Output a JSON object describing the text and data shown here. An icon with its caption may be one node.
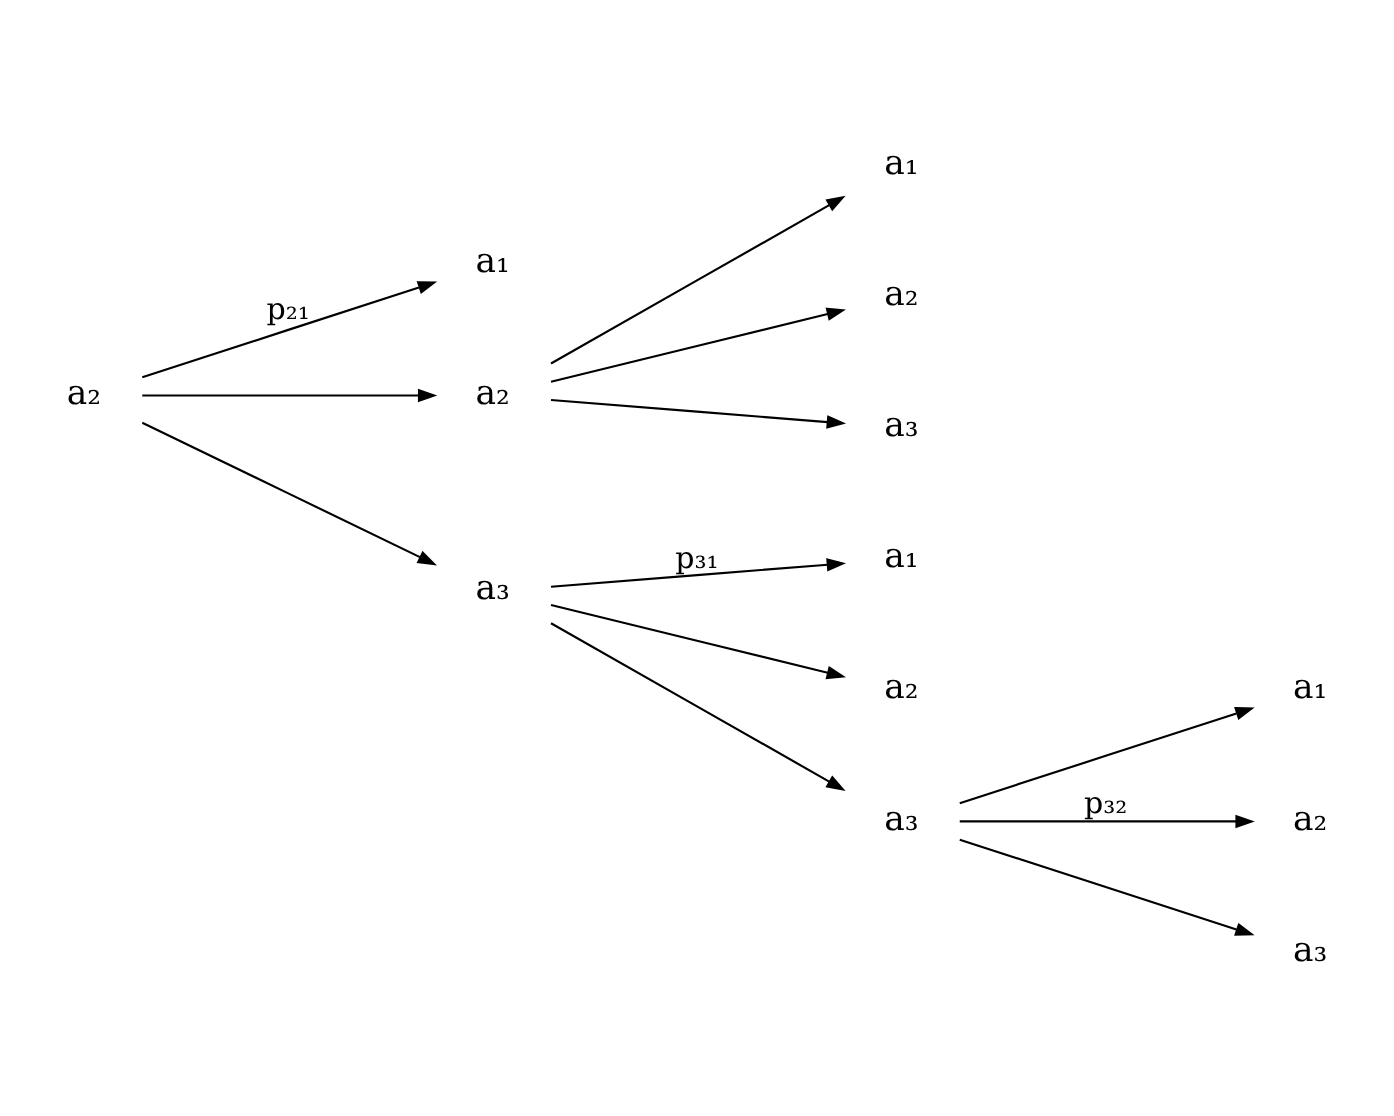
{
  "diagram": {
    "nodes": [
      {
        "text": [
          "a₂"
        ]
      },
      {
        "text": [
          "a₁"
        ]
      },
      {
        "text": [
          "a₂"
        ]
      },
      {
        "text": [
          "a₁"
        ]
      },
      {
        "text": [
          "a₂"
        ]
      },
      {
        "text": [
          "a₃"
        ]
      },
      {
        "text": [
          "a₃"
        ]
      },
      {
        "text": [
          "a₁"
        ]
      },
      {
        "text": [
          "a₂"
        ]
      },
      {
        "text": [
          "a₃"
        ]
      },
      {
        "text": [
          "a₁"
        ]
      },
      {
        "text": [
          "a₂"
        ]
      },
      {
        "text": [
          "a₃"
        ]
      }
    ],
    "edges": [
      {
        "from": 0,
        "to": 1,
        "arrow": "to",
        "label": "p₂₁"
      },
      {
        "from": 0,
        "to": 2,
        "arrow": "to"
      },
      {
        "from": 0,
        "to": 6,
        "arrow": "to"
      },
      {
        "from": 2,
        "to": 3,
        "arrow": "to"
      },
      {
        "from": 2,
        "to": 4,
        "arrow": "to"
      },
      {
        "from": 2,
        "to": 5,
        "arrow": "to"
      },
      {
        "from": 6,
        "to": 7,
        "arrow": "to",
        "label": "p₃₁"
      },
      {
        "from": 6,
        "to": 8,
        "arrow": "to"
      },
      {
        "from": 6,
        "to": 9,
        "arrow": "to"
      },
      {
        "from": 9,
        "to": 10,
        "arrow": "to"
      },
      {
        "from": 9,
        "to": 11,
        "arrow": "to",
        "label": "p₃₂"
      },
      {
        "from": 9,
        "to": 12,
        "arrow": "to"
      }
    ]
  }
}
